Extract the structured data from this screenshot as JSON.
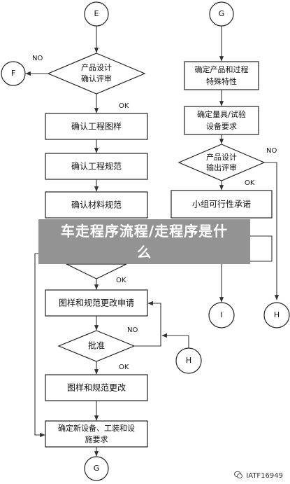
{
  "diagram": {
    "connectors": {
      "E": "E",
      "F": "F",
      "G_top": "G",
      "G_bottom": "G",
      "H_left": "H",
      "H_right": "H",
      "I": "I"
    },
    "left": {
      "decision_review": [
        "产品设计",
        "确认评审"
      ],
      "confirm_drawing": "确认工程图样",
      "confirm_spec": "确认工程规范",
      "confirm_material": "确认材料规范",
      "change_request": "图样和规范更改申请",
      "approve": "批准",
      "change": "图样和规范更改",
      "confirm_equipment": [
        "确定新设备、工装和设",
        "施要求"
      ]
    },
    "right": {
      "confirm_product": [
        "确定产品和过程",
        "特殊特性"
      ],
      "confirm_gauge": [
        "确定量具/试验",
        "设备要求"
      ],
      "decision_output": [
        "产品设计",
        "输出评审"
      ],
      "feasibility": "小组可行性承诺"
    },
    "edge_labels": {
      "no_left": "NO",
      "ok_left_top": "OK",
      "ok_left_mid": "OK",
      "no_approve": "NO",
      "ok_approve": "OK",
      "no_right": "NO",
      "ok_right": "OK"
    }
  },
  "banner": {
    "line1": "车走程序流程/走程序是什",
    "line2": "么"
  },
  "watermark": "IATF16949"
}
